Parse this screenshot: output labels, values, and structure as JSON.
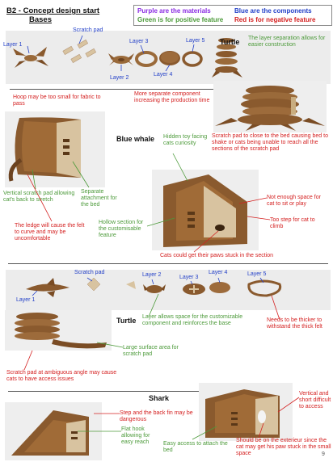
{
  "title_line1": "B2 - Concept design start",
  "title_line2": "Bases",
  "legend": {
    "purple": "Purple are the materials",
    "blue": "Blue are the components",
    "green": "Green is for positive feature",
    "red": "Red is for negative feature"
  },
  "section1": {
    "labels": {
      "scratch_pad": "Scratch pad",
      "layer1": "Layer 1",
      "layer2": "Layer 2",
      "layer3": "Layer 3",
      "layer4": "Layer 4",
      "layer5": "Layer 5"
    },
    "turtle": "Turtle",
    "pos_layer_sep": "The layer separation allows for easier construction",
    "neg_hoop": "Hoop may be too small for fabric to pass",
    "neg_more_components": "More separate component increasing the production time",
    "neg_scratch_close": "Scratch pad to close to the bed causing bed to shake or cats being unable to reach all the sections of the scratch pad"
  },
  "section2": {
    "name": "Blue whale",
    "pos_hidden_toy": "Hidden toy facing cats curiosity",
    "pos_vertical": "Vertical scratch pad allowing cat's back to stretch",
    "pos_separate": "Separate attachment for the bed",
    "neg_ledge": "The ledge will cause the felt to curve and may be uncomfortable",
    "pos_hollow": "Hollow section for the customisable feature",
    "neg_space": "Not enough space for cat to sit or play",
    "neg_step": "Too step for cat to climb",
    "neg_paws": "Cats could get their paws stuck in the section"
  },
  "section3": {
    "labels": {
      "scratch_pad": "Scratch pad",
      "layer1": "Layer 1",
      "layer2": "Layer 2",
      "layer3": "Layer 3",
      "layer4": "Layer 4",
      "layer5": "Layer 5"
    },
    "turtle": "Turtle",
    "pos_layer_space": "Layer allows space for the customizable component and reinforces the base",
    "neg_thicker": "Needs to be thicker to withstand the thick felt",
    "pos_large_surface": "Large surface area for scratch pad",
    "neg_angle": "Scratch pad at ambiguous angle may cause cats to have access issues"
  },
  "section4": {
    "name": "Shark",
    "neg_step_fin": "Step and the back fin may be dangerous",
    "pos_flat_hook": "Flat hook allowing for easy reach",
    "pos_easy_access": "Easy access to attach the bed",
    "neg_vertical_short": "Vertical and short difficult to access",
    "neg_exterior": "Should be on the exterieur since the cat may get his paw stuck in the small space"
  },
  "page_number": "9",
  "colors": {
    "purple": "#8a2be2",
    "blue": "#2340c8",
    "green": "#4c9a3a",
    "red": "#d42020",
    "wood": "#8a5a2e",
    "band": "#ececec"
  }
}
